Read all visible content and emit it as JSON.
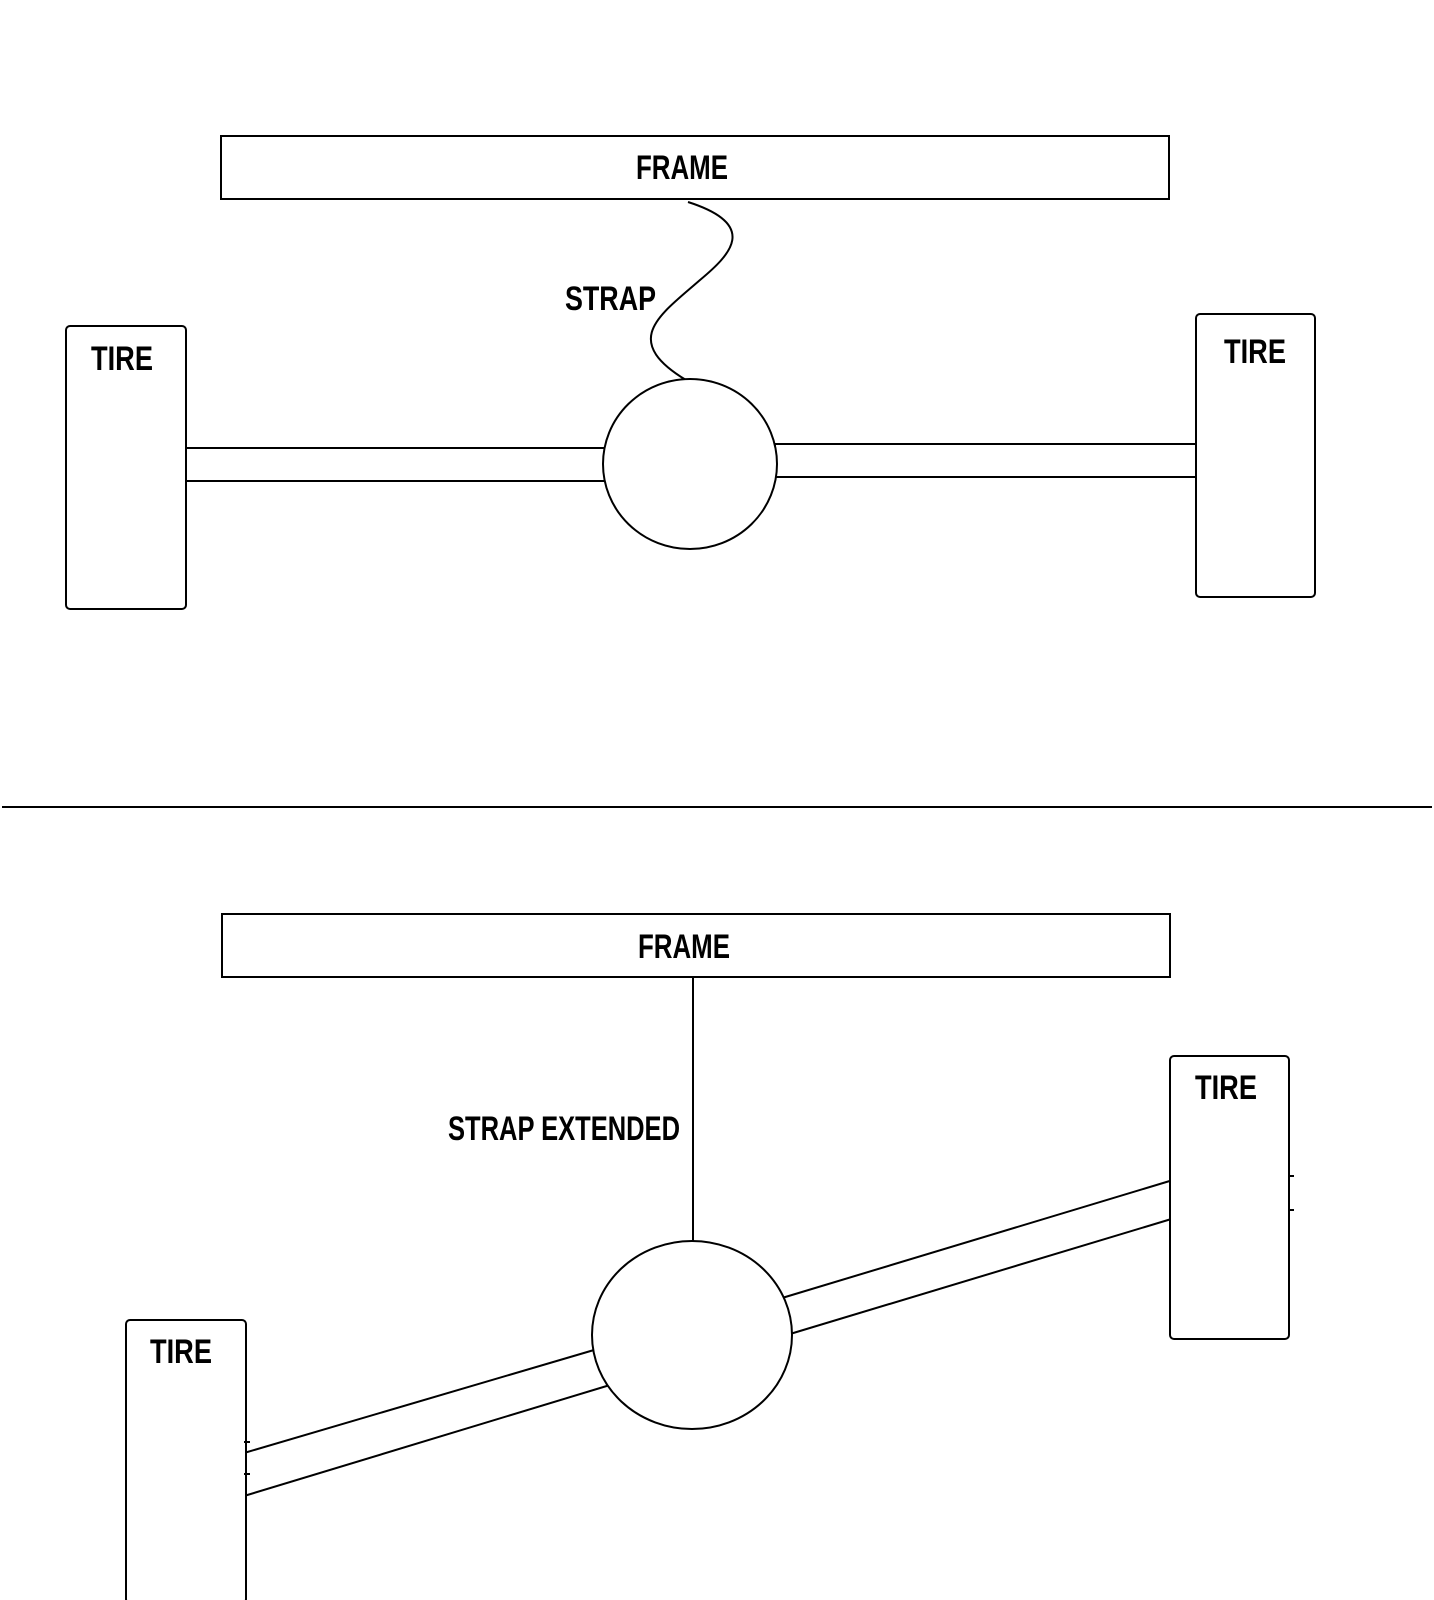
{
  "colors": {
    "background": "#ffffff",
    "stroke": "#000000",
    "text": "#000000"
  },
  "top_panel": {
    "frame_label": "FRAME",
    "strap_label": "STRAP",
    "left_tire_label": "TIRE",
    "right_tire_label": "TIRE"
  },
  "bottom_panel": {
    "frame_label": "FRAME",
    "strap_label": "STRAP EXTENDED",
    "left_tire_label": "TIRE",
    "right_tire_label": "TIRE"
  }
}
